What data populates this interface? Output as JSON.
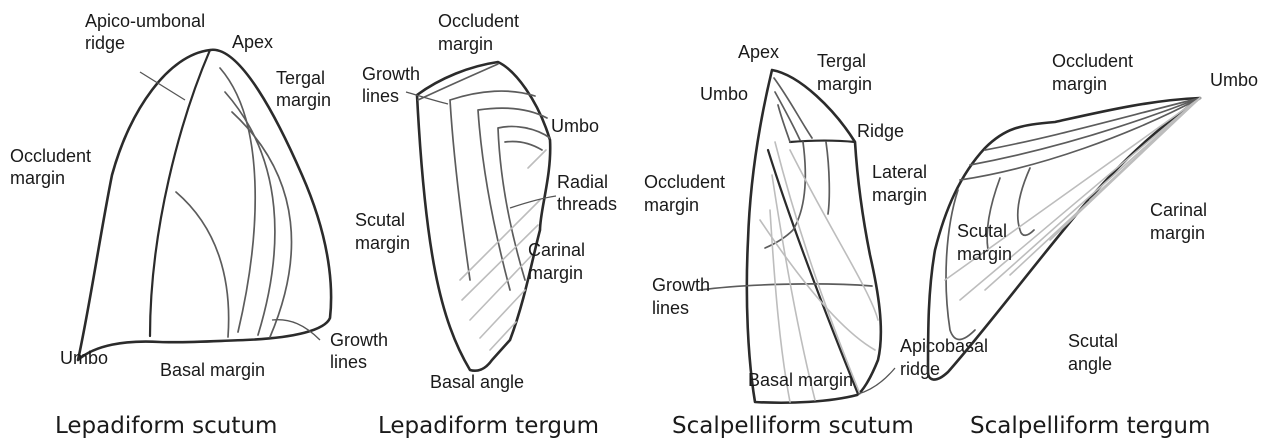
{
  "panels": [
    {
      "caption": "Lepadiform scutum",
      "labels": {
        "apico_umbonal_ridge": [
          "Apico-umbonal",
          "ridge"
        ],
        "apex": "Apex",
        "tergal_margin": [
          "Tergal",
          "margin"
        ],
        "occludent_margin": [
          "Occludent",
          "margin"
        ],
        "umbo": "Umbo",
        "basal_margin": "Basal margin",
        "growth_lines": [
          "Growth",
          "lines"
        ]
      }
    },
    {
      "caption": "Lepadiform tergum",
      "labels": {
        "occludent_margin": [
          "Occludent",
          "margin"
        ],
        "growth_lines": [
          "Growth",
          "lines"
        ],
        "umbo": "Umbo",
        "radial_threads": [
          "Radial",
          "threads"
        ],
        "scutal_margin": [
          "Scutal",
          "margin"
        ],
        "carinal_margin": [
          "Carinal",
          "margin"
        ],
        "basal_angle": "Basal angle"
      }
    },
    {
      "caption": "Scalpelliform scutum",
      "labels": {
        "apex": "Apex",
        "umbo": "Umbo",
        "tergal_margin": [
          "Tergal",
          "margin"
        ],
        "ridge": "Ridge",
        "occludent_margin": [
          "Occludent",
          "margin"
        ],
        "lateral_margin": [
          "Lateral",
          "margin"
        ],
        "growth_lines": [
          "Growth",
          "lines"
        ],
        "apicobasal_ridge": [
          "Apicobasal",
          "ridge"
        ],
        "basal_margin": "Basal margin"
      }
    },
    {
      "caption": "Scalpelliform tergum",
      "labels": {
        "occludent_margin": [
          "Occludent",
          "margin"
        ],
        "umbo": "Umbo",
        "carinal_margin": [
          "Carinal",
          "margin"
        ],
        "scutal_margin": [
          "Scutal",
          "margin"
        ],
        "scutal_angle": [
          "Scutal",
          "angle"
        ]
      }
    }
  ]
}
